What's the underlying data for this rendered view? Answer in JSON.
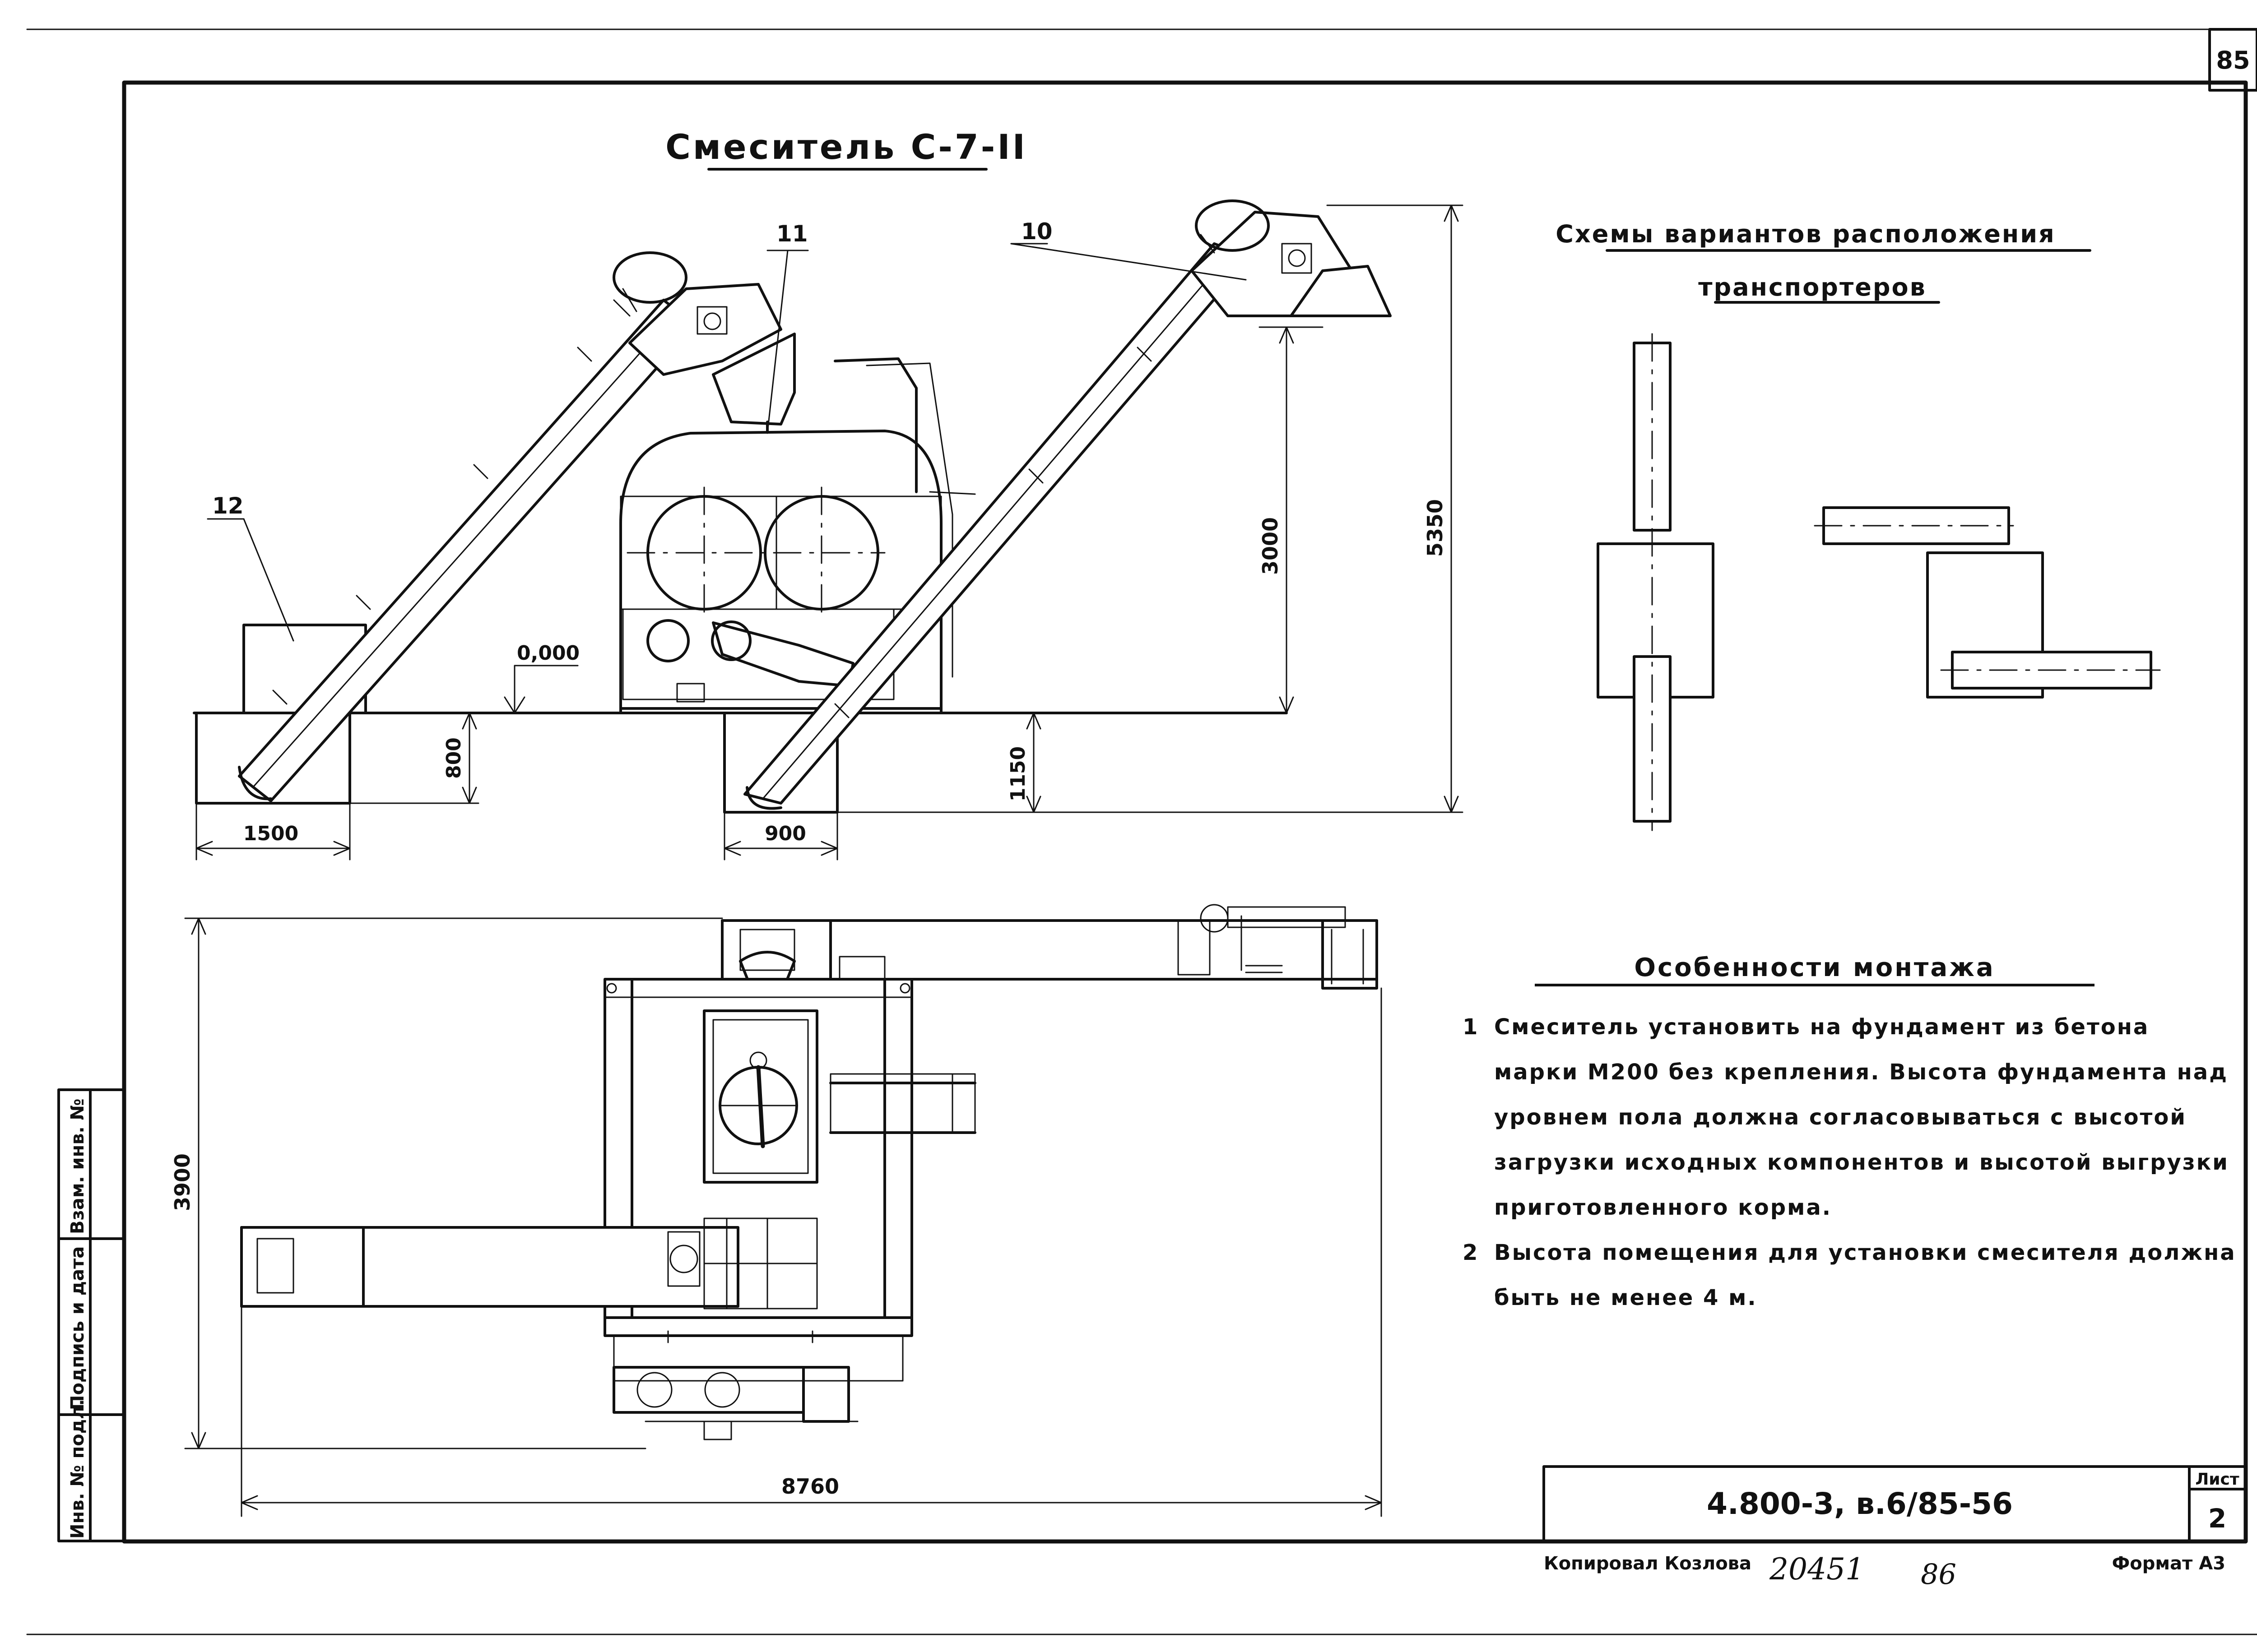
{
  "sheet_number": "85",
  "main_title": "Смеситель С-7-II",
  "schemes_title_line1": "Схемы вариантов расположения",
  "schemes_title_line2": "транспортеров",
  "notes_title": "Особенности монтажа",
  "notes": [
    {
      "num": "1",
      "text": "Смеситель установить на фундамент из бетона марки М200 без крепления. Высота фундамента над уровнем пола должна согласовываться с высотой загрузки исходных компонентов и высотой выгрузки приготовленного корма."
    },
    {
      "num": "2",
      "text": "Высота помещения для установки смесителя должна быть не менее 4 м."
    }
  ],
  "callouts": {
    "c10": "10",
    "c11": "11",
    "c12": "12"
  },
  "elevation_mark": "0,000",
  "dimensions": {
    "d3000": "3000",
    "d5350": "5350",
    "d800": "800",
    "d1150": "1150",
    "d1500": "1500",
    "d900": "900",
    "d3900": "3900",
    "d8760": "8760"
  },
  "side_stamp": {
    "inv_podl": "Инв. № подл.",
    "podpis": "Подпись и дата",
    "vzam": "Взам. инв. №"
  },
  "title_block": {
    "doc_code": "4.800-3, в.6/85-56",
    "list_label": "Лист",
    "list_number": "2"
  },
  "footer": {
    "copied": "Копировал Козлова",
    "handwritten_1": "20451",
    "handwritten_2": "86",
    "format": "Формат А3"
  }
}
